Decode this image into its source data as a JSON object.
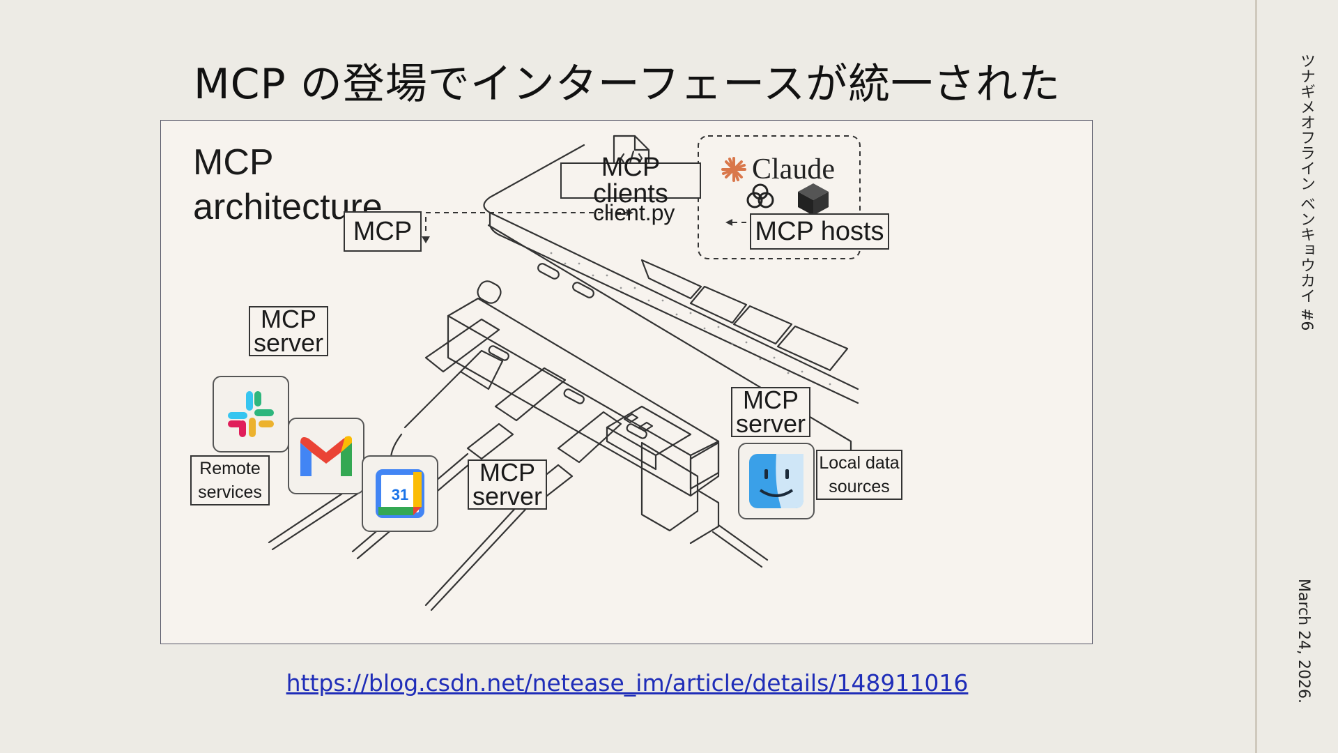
{
  "slide": {
    "title": "MCP の登場でインターフェースが統一された",
    "side_title": "ツナギメオフライン ベンキョウカイ #6",
    "side_date": "March 24, 2026.",
    "link_text": "https://blog.csdn.net/netease_im/article/details/148911016"
  },
  "figure": {
    "title_line1": "MCP",
    "title_line2": "architecture",
    "mcp_label": "MCP",
    "clients_label": "MCP clients",
    "client_file": "client.py",
    "claude_text": "Claude",
    "hosts_label": "MCP hosts",
    "server_remote_1a": "MCP",
    "server_remote_1b": "server",
    "server_remote_2a": "MCP",
    "server_remote_2b": "server",
    "server_local_a": "MCP",
    "server_local_b": "server",
    "remote_services_a": "Remote",
    "remote_services_b": "services",
    "local_data_a": "Local data",
    "local_data_b": "sources",
    "calendar_day": "31"
  },
  "colors": {
    "background": "#edebe5",
    "figure_bg": "#f7f3ee",
    "link": "#1f2db8",
    "claude_orange": "#d9774b"
  }
}
